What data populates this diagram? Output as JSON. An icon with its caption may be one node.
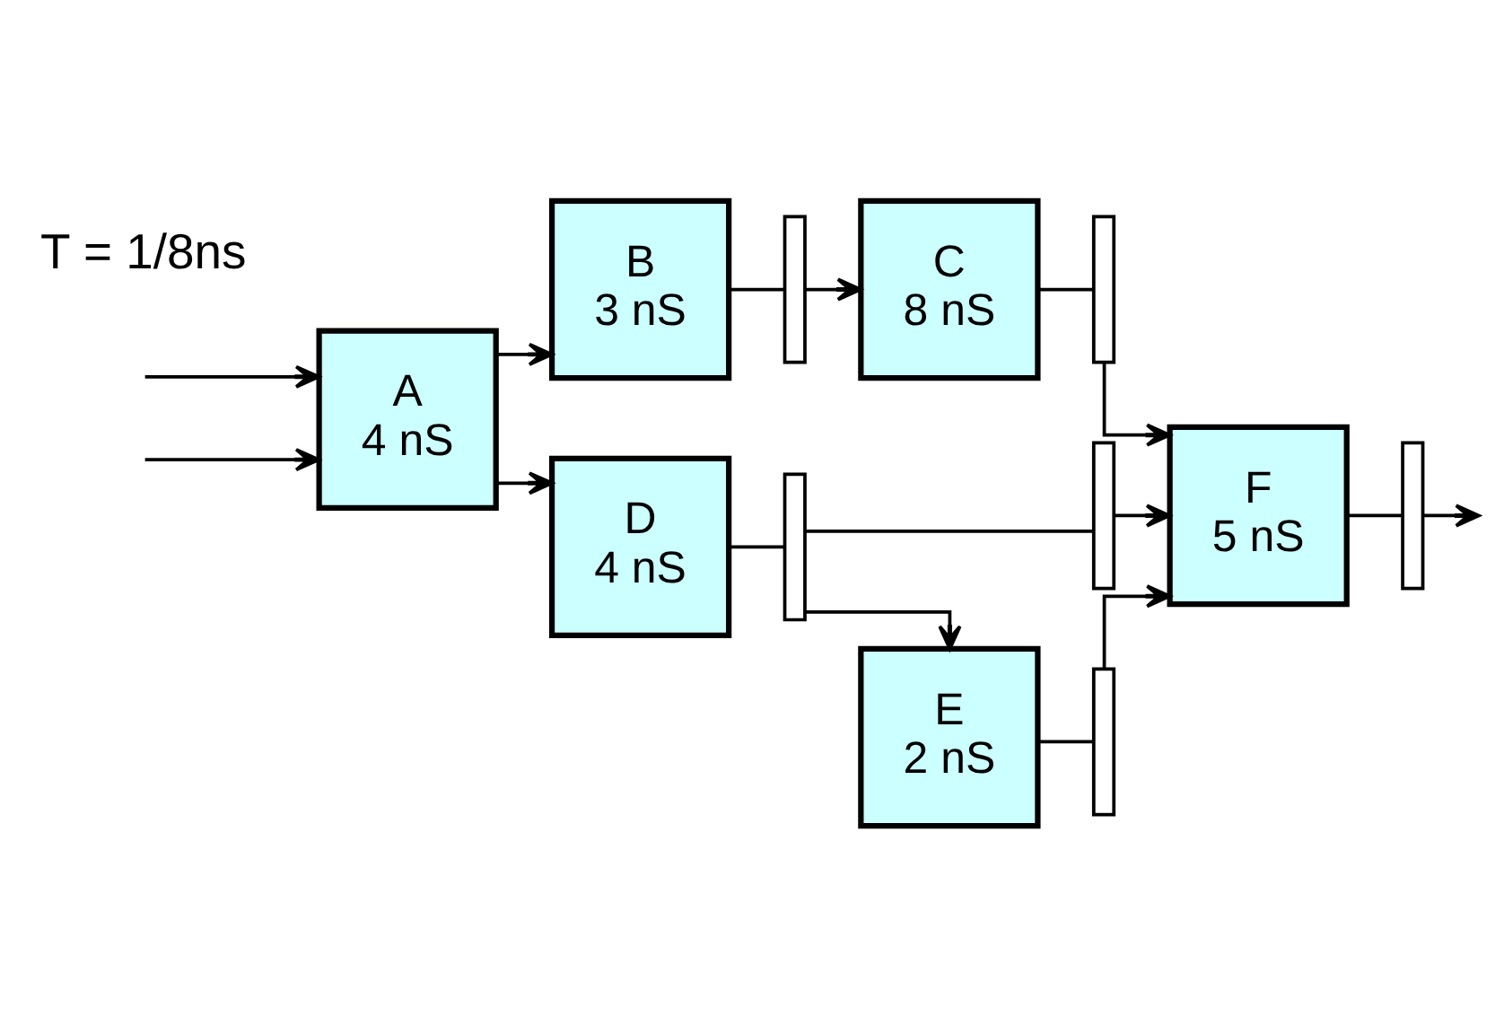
{
  "diagram": {
    "nodes": [
      {
        "text": [
          "A",
          "4 nS"
        ]
      },
      {
        "text": [
          "B",
          "3 nS"
        ]
      },
      {
        "text": [],
        "shape": "bar"
      },
      {
        "text": [
          "C",
          "8 nS"
        ]
      },
      {
        "text": [],
        "shape": "bar"
      },
      {
        "text": [
          "D",
          "4 nS"
        ]
      },
      {
        "text": [],
        "shape": "bar"
      },
      {
        "text": [],
        "shape": "bar"
      },
      {
        "text": [
          "E",
          "2 nS"
        ]
      },
      {
        "text": [],
        "shape": "bar"
      },
      {
        "text": [
          "F",
          "5 nS"
        ]
      },
      {
        "text": [],
        "shape": "bar"
      }
    ],
    "edges": [
      {
        "from": null,
        "to": 0,
        "arrow": "to"
      },
      {
        "from": null,
        "to": 0,
        "arrow": "to"
      },
      {
        "from": 0,
        "to": 1,
        "arrow": "to"
      },
      {
        "from": 0,
        "to": 5,
        "arrow": "to"
      },
      {
        "from": 1,
        "to": 2,
        "arrow": "none"
      },
      {
        "from": 2,
        "to": 3,
        "arrow": "to"
      },
      {
        "from": 3,
        "to": 4,
        "arrow": "none"
      },
      {
        "from": 4,
        "to": 10,
        "arrow": "to"
      },
      {
        "from": 5,
        "to": 6,
        "arrow": "none"
      },
      {
        "from": 6,
        "to": 7,
        "arrow": "none"
      },
      {
        "from": 7,
        "to": 10,
        "arrow": "to"
      },
      {
        "from": 6,
        "to": 8,
        "arrow": "to"
      },
      {
        "from": 8,
        "to": 9,
        "arrow": "none"
      },
      {
        "from": 9,
        "to": 10,
        "arrow": "to"
      },
      {
        "from": 10,
        "to": 11,
        "arrow": "none"
      },
      {
        "from": 11,
        "to": null,
        "arrow": "to"
      }
    ],
    "labels": [
      "T = 1/8ns"
    ]
  }
}
